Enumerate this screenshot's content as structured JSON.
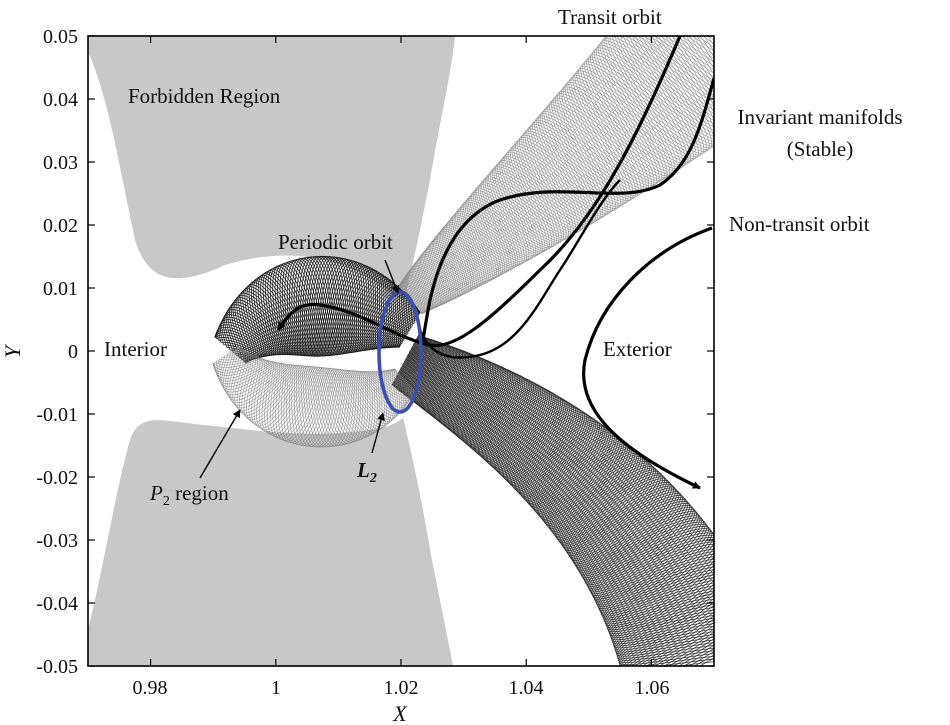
{
  "chart_data": {
    "type": "diagram",
    "xlabel": "X",
    "ylabel": "Y",
    "xlim": [
      0.97,
      1.07
    ],
    "ylim": [
      -0.05,
      0.05
    ],
    "xticks": [
      0.98,
      1,
      1.02,
      1.04,
      1.06
    ],
    "yticks": [
      -0.05,
      -0.04,
      -0.03,
      -0.02,
      -0.01,
      0,
      0.01,
      0.02,
      0.03,
      0.04,
      0.05
    ],
    "xtick_labels": [
      "0.98",
      "1",
      "1.02",
      "1.04",
      "1.06"
    ],
    "ytick_labels": [
      "-0.05",
      "-0.04",
      "-0.03",
      "-0.02",
      "-0.01",
      "0",
      "0.01",
      "0.02",
      "0.03",
      "0.04",
      "0.05"
    ],
    "labels": {
      "forbidden": "Forbidden Region",
      "interior": "Interior",
      "exterior": "Exterior",
      "periodic": "Periodic orbit",
      "transit": "Transit orbit",
      "manifolds_line1": "Invariant manifolds",
      "manifolds_line2": "(Stable)",
      "nontransit": "Non-transit orbit",
      "p2_letter": "P",
      "p2_sub": "2",
      "p2_rest": " region",
      "l2_letter": "L",
      "l2_sub": "2"
    },
    "colors": {
      "forbidden_fill": "#c8c8c8",
      "periodic_orbit": "#3b4fb0",
      "interior_manifold": "#111111",
      "exterior_manifold": "#222222",
      "p2_manifold": "#777777",
      "transit_manifold": "#888888"
    }
  }
}
